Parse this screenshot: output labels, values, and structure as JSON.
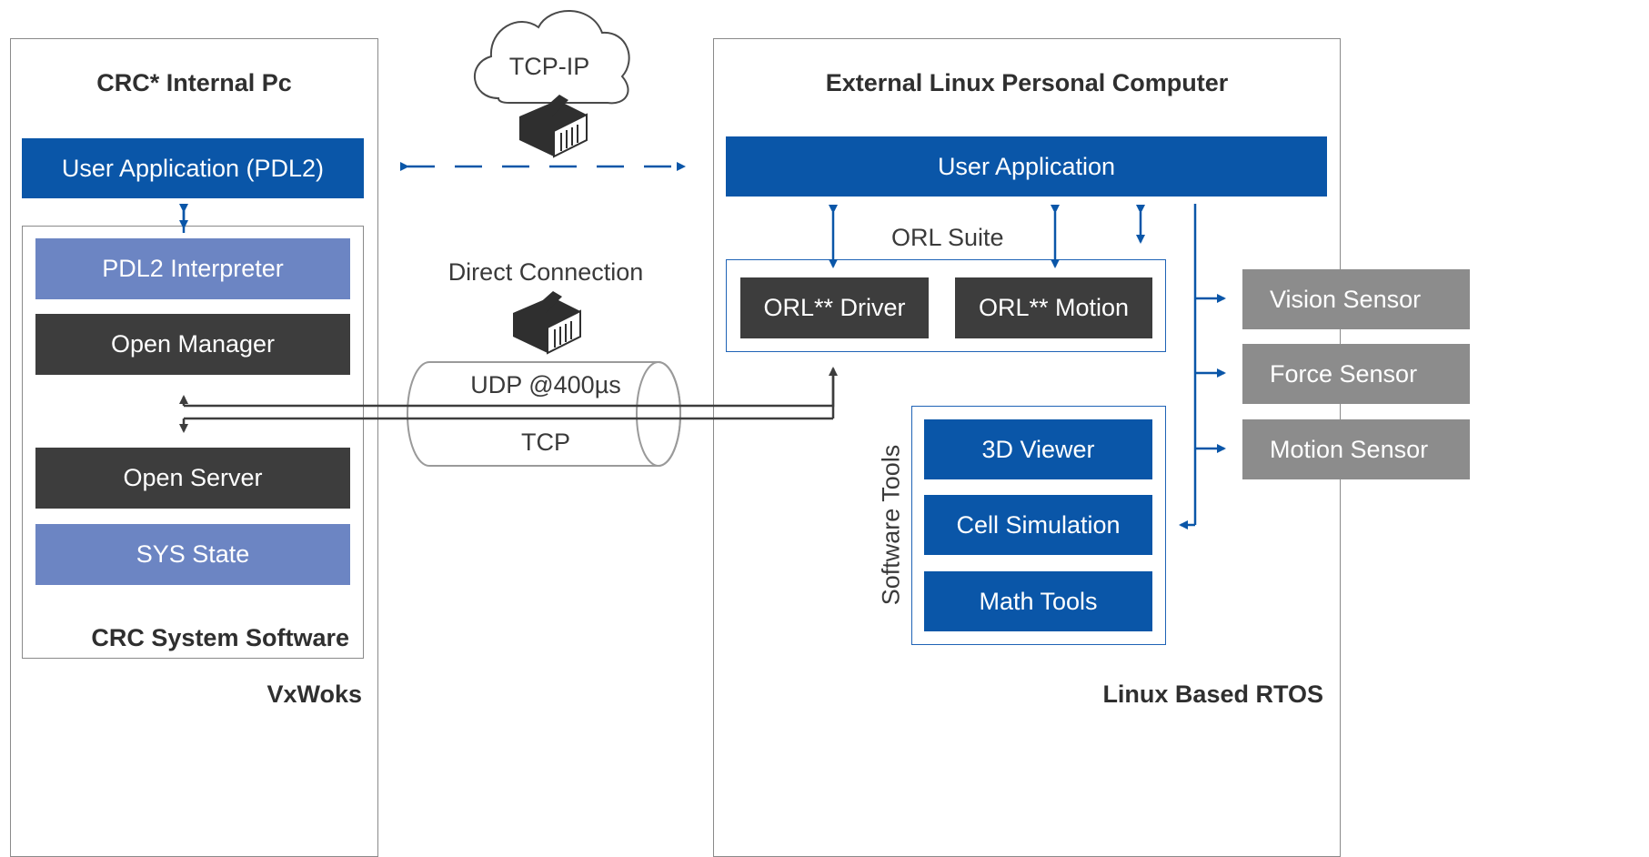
{
  "left_panel": {
    "title": "CRC* Internal Pc",
    "footer": "VxWoks",
    "user_app": "User Application (PDL2)",
    "system_software": {
      "label": "CRC System Software",
      "modules": [
        "PDL2 Interpreter",
        "Open Manager",
        "Open Server",
        "SYS State"
      ]
    }
  },
  "middle": {
    "cloud_label": "TCP-IP",
    "direct_connection": "Direct Connection",
    "udp_label": "UDP @400µs",
    "tcp_label": "TCP"
  },
  "right_panel": {
    "title": "External Linux Personal Computer",
    "footer": "Linux Based RTOS",
    "user_app": "User Application",
    "orl_suite": {
      "label": "ORL Suite",
      "modules": [
        "ORL** Driver",
        "ORL** Motion"
      ]
    },
    "software_tools": {
      "label": "Software Tools",
      "items": [
        "3D Viewer",
        "Cell Simulation",
        "Math Tools"
      ]
    },
    "sensors": [
      "Vision Sensor",
      "Force Sensor",
      "Motion Sensor"
    ]
  },
  "colors": {
    "primary_blue": "#0a56a8",
    "light_blue": "#6c85c3",
    "dark_grey": "#3d3d3d",
    "sensor_grey": "#8c8c8c",
    "frame_grey": "#8a8a8a"
  }
}
